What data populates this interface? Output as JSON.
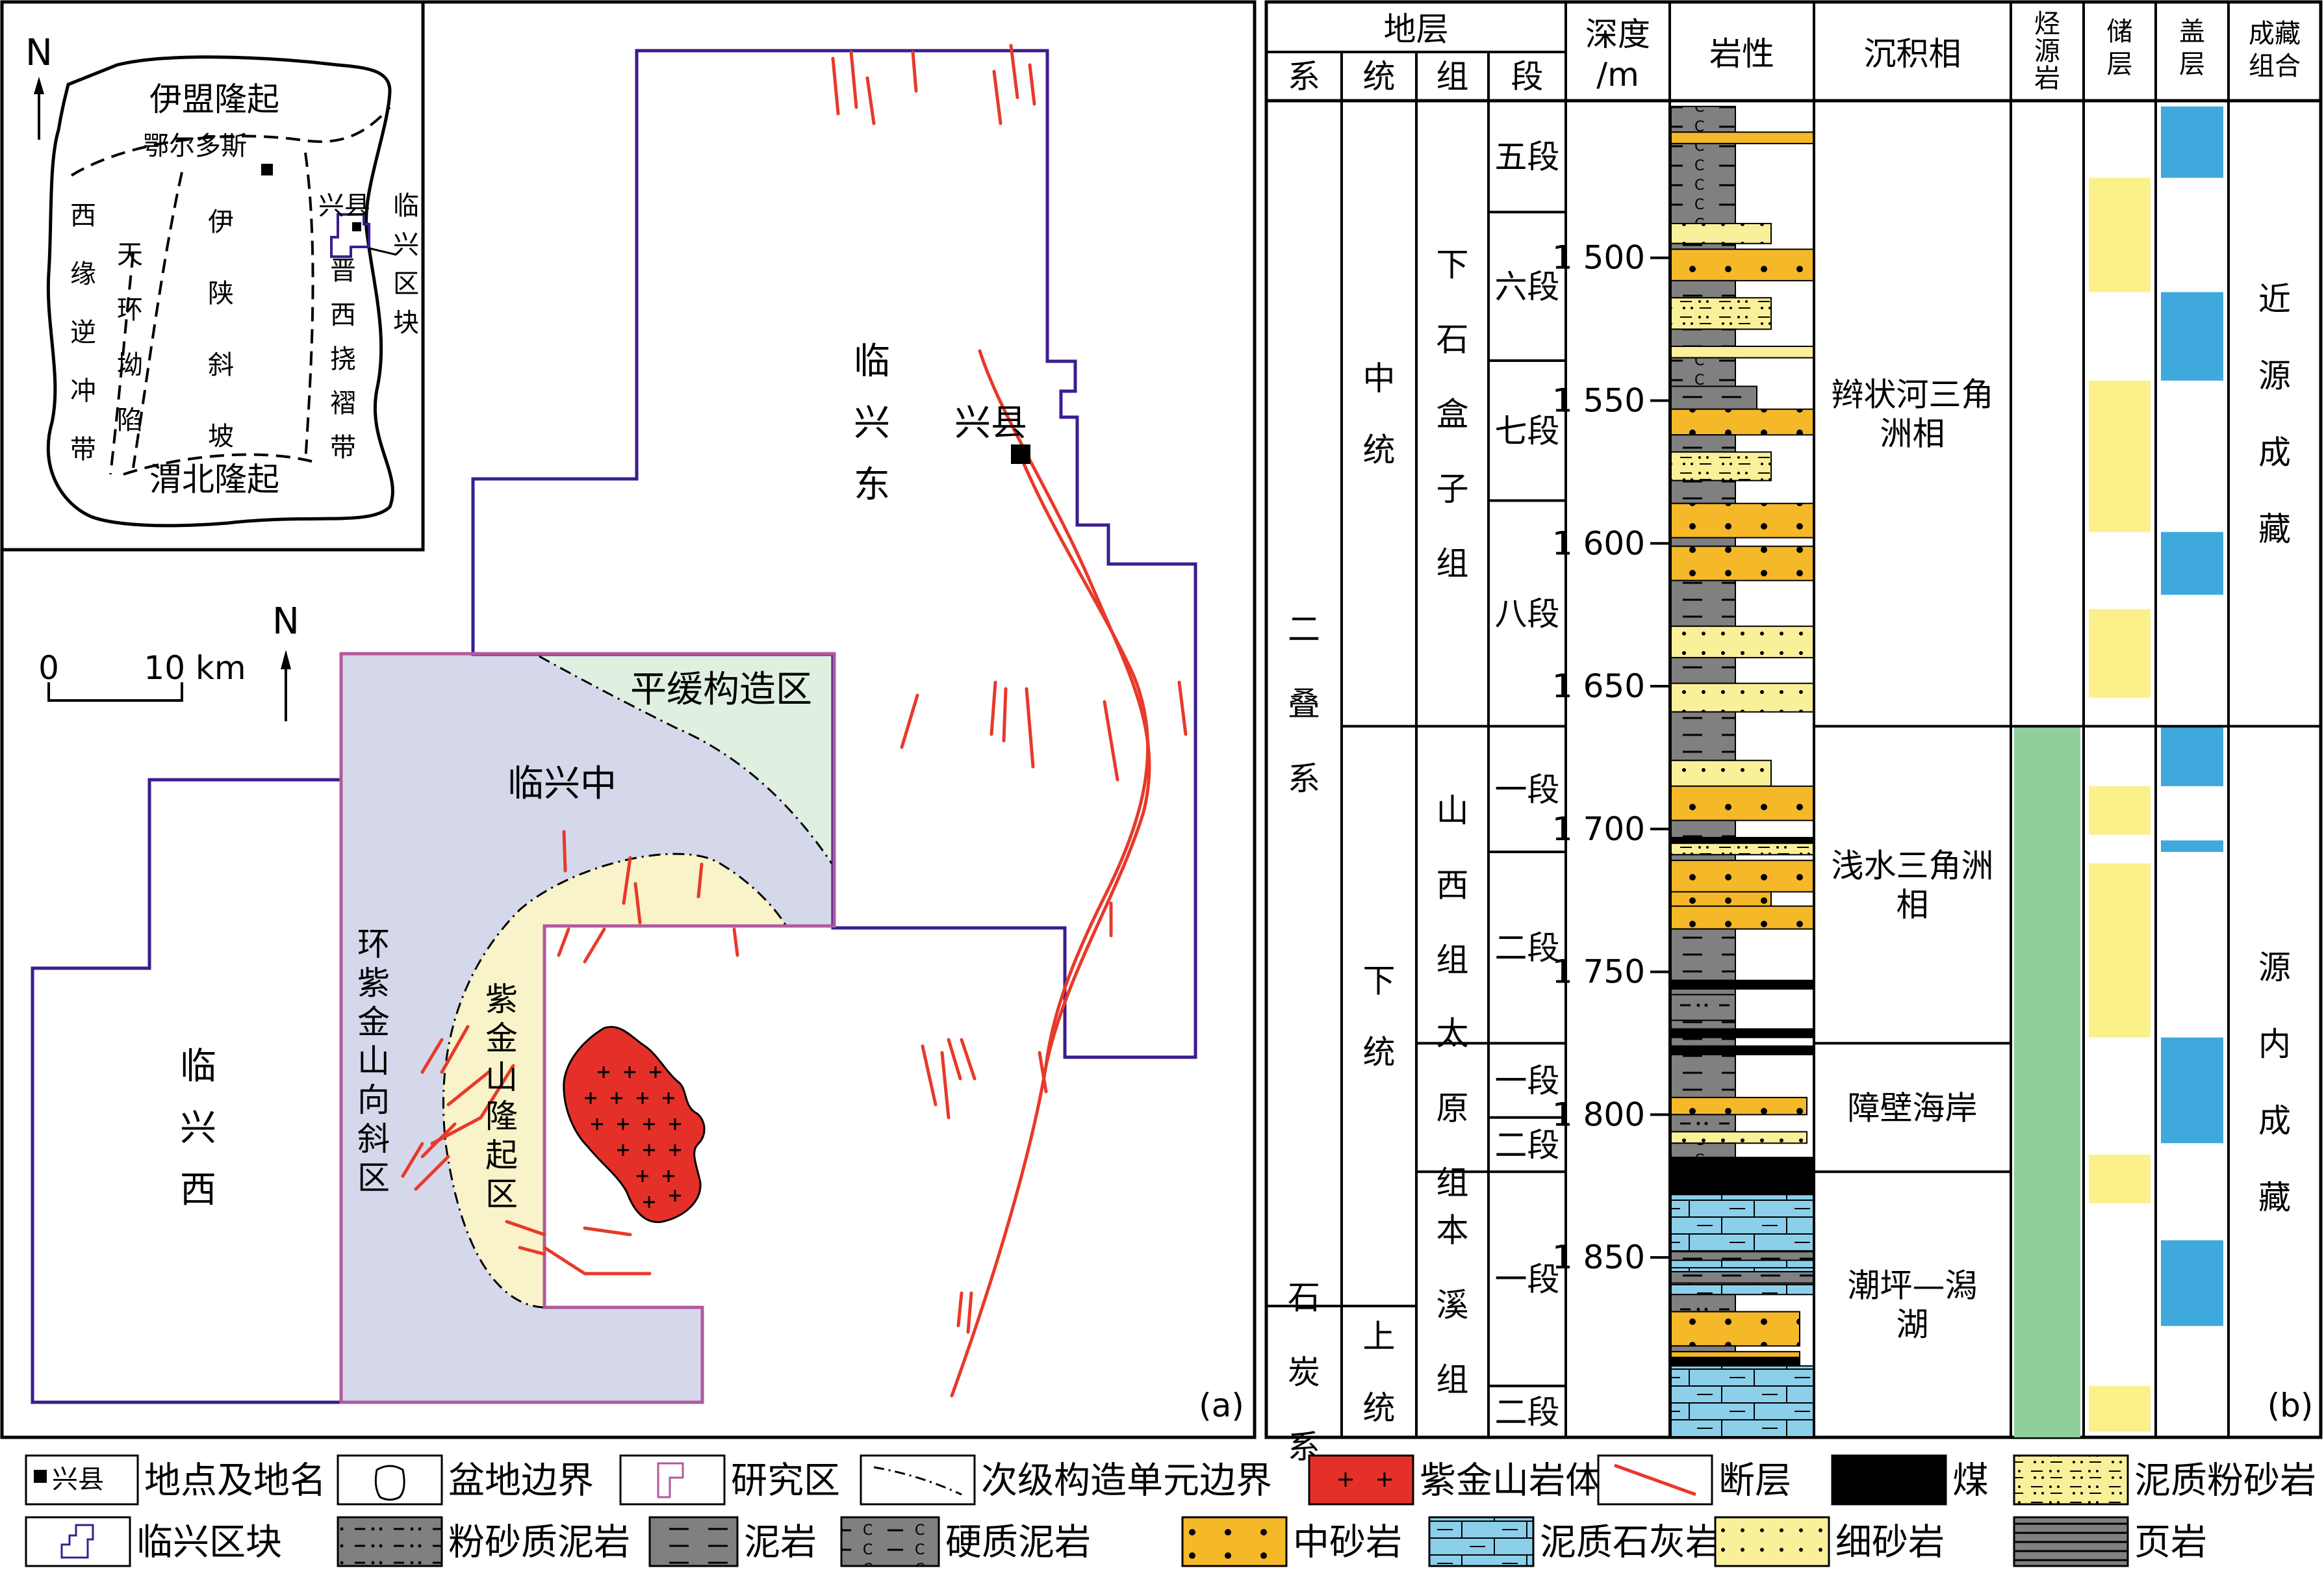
{
  "map": {
    "panel_label": "(a)",
    "inset": {
      "north": "N",
      "regions": [
        {
          "label": "伊盟隆起"
        },
        {
          "label": "鄂尔多斯"
        },
        {
          "label": "西缘逆冲带"
        },
        {
          "label": "天环坳陷"
        },
        {
          "label": "伊陕斜坡"
        },
        {
          "label": "晋西挠褶带"
        },
        {
          "label": "渭北隆起"
        },
        {
          "label": "兴县"
        },
        {
          "label": "临兴区块"
        }
      ]
    },
    "north": "N",
    "scale_zero": "0",
    "scale_text": "10 km",
    "areas": {
      "east": "临兴东",
      "west": "临兴西",
      "middle": "临兴中",
      "flat": "平缓构造区",
      "syncline": "环紫金山向斜区",
      "uplift": "紫金山隆起区",
      "town": "兴县"
    }
  },
  "column": {
    "panel_label": "(b)",
    "headers": {
      "strata": "地层",
      "system": "系",
      "series": "统",
      "formation": "组",
      "member": "段",
      "depth": "深度/m",
      "lithology": "岩性",
      "facies": "沉积相",
      "source": "烃源岩",
      "reservoir": "储层",
      "cap": "盖层",
      "assemblage": "成藏组合"
    },
    "systems": [
      {
        "name": "二叠系",
        "top": 1445,
        "bottom": 1867
      },
      {
        "name": "石炭系",
        "top": 1867,
        "bottom": 1913
      }
    ],
    "series": [
      {
        "name": "中统",
        "top": 1445,
        "bottom": 1664
      },
      {
        "name": "下统",
        "top": 1664,
        "bottom": 1867
      },
      {
        "name": "上统",
        "top": 1867,
        "bottom": 1913
      }
    ],
    "formations": [
      {
        "name": "下石盒子组",
        "top": 1445,
        "bottom": 1664
      },
      {
        "name": "山西组",
        "top": 1664,
        "bottom": 1775
      },
      {
        "name": "太原组",
        "top": 1775,
        "bottom": 1820
      },
      {
        "name": "本溪组",
        "top": 1820,
        "bottom": 1913
      }
    ],
    "members": [
      {
        "name": "五段",
        "top": 1445,
        "bottom": 1484
      },
      {
        "name": "六段",
        "top": 1484,
        "bottom": 1536
      },
      {
        "name": "七段",
        "top": 1536,
        "bottom": 1585
      },
      {
        "name": "八段",
        "top": 1585,
        "bottom": 1664
      },
      {
        "name": "一段",
        "top": 1664,
        "bottom": 1708
      },
      {
        "name": "二段",
        "top": 1708,
        "bottom": 1775
      },
      {
        "name": "一段",
        "top": 1775,
        "bottom": 1801
      },
      {
        "name": "二段",
        "top": 1801,
        "bottom": 1820
      },
      {
        "name": "一段",
        "top": 1820,
        "bottom": 1895
      },
      {
        "name": "二段",
        "top": 1895,
        "bottom": 1913
      }
    ],
    "depth_ticks": [
      {
        "depth": 1500,
        "label": "1 500"
      },
      {
        "depth": 1550,
        "label": "1 550"
      },
      {
        "depth": 1600,
        "label": "1 600"
      },
      {
        "depth": 1650,
        "label": "1 650"
      },
      {
        "depth": 1700,
        "label": "1 700"
      },
      {
        "depth": 1750,
        "label": "1 750"
      },
      {
        "depth": 1800,
        "label": "1 800"
      },
      {
        "depth": 1850,
        "label": "1 850"
      }
    ],
    "depth_range": [
      1445,
      1913
    ],
    "facies": [
      {
        "name": "辫状河三角洲相",
        "top": 1445,
        "bottom": 1664
      },
      {
        "name": "浅水三角洲相",
        "top": 1664,
        "bottom": 1775
      },
      {
        "name": "障壁海岸",
        "top": 1775,
        "bottom": 1820
      },
      {
        "name": "潮坪—潟湖",
        "top": 1820,
        "bottom": 1913
      }
    ],
    "source_rock": [
      {
        "top": 1664,
        "bottom": 1913
      }
    ],
    "reservoir_intervals": [
      {
        "top": 1472,
        "bottom": 1512
      },
      {
        "top": 1543,
        "bottom": 1596
      },
      {
        "top": 1623,
        "bottom": 1654
      },
      {
        "top": 1685,
        "bottom": 1702
      },
      {
        "top": 1712,
        "bottom": 1773
      },
      {
        "top": 1814,
        "bottom": 1831
      },
      {
        "top": 1895,
        "bottom": 1911
      }
    ],
    "cap_intervals": [
      {
        "top": 1447,
        "bottom": 1472
      },
      {
        "top": 1512,
        "bottom": 1543
      },
      {
        "top": 1596,
        "bottom": 1618
      },
      {
        "top": 1664,
        "bottom": 1685
      },
      {
        "top": 1704,
        "bottom": 1708
      },
      {
        "top": 1773,
        "bottom": 1810
      },
      {
        "top": 1844,
        "bottom": 1874
      }
    ],
    "assemblages": [
      {
        "name": "近源成藏",
        "top": 1445,
        "bottom": 1664
      },
      {
        "name": "源内成藏",
        "top": 1664,
        "bottom": 1913
      }
    ],
    "lithology_beds": [
      {
        "top": 1447,
        "bottom": 1456,
        "lith": "hard_mudstone",
        "relief": 0.45
      },
      {
        "top": 1456,
        "bottom": 1460,
        "lith": "medium_sandstone",
        "relief": 1.0
      },
      {
        "top": 1460,
        "bottom": 1488,
        "lith": "hard_mudstone",
        "relief": 0.45
      },
      {
        "top": 1488,
        "bottom": 1495,
        "lith": "fine_sandstone",
        "relief": 0.7
      },
      {
        "top": 1495,
        "bottom": 1497,
        "lith": "mudstone",
        "relief": 0.45
      },
      {
        "top": 1497,
        "bottom": 1508,
        "lith": "medium_sandstone",
        "relief": 1.0
      },
      {
        "top": 1508,
        "bottom": 1514,
        "lith": "mudstone",
        "relief": 0.45
      },
      {
        "top": 1514,
        "bottom": 1525,
        "lith": "silty_mudstone_sand",
        "relief": 0.7
      },
      {
        "top": 1525,
        "bottom": 1531,
        "lith": "mudstone",
        "relief": 0.45
      },
      {
        "top": 1531,
        "bottom": 1535,
        "lith": "fine_sandstone",
        "relief": 1.0
      },
      {
        "top": 1535,
        "bottom": 1545,
        "lith": "hard_mudstone",
        "relief": 0.45
      },
      {
        "top": 1545,
        "bottom": 1553,
        "lith": "mudstone",
        "relief": 0.6
      },
      {
        "top": 1553,
        "bottom": 1562,
        "lith": "medium_sandstone",
        "relief": 1.0
      },
      {
        "top": 1562,
        "bottom": 1568,
        "lith": "mudstone",
        "relief": 0.45
      },
      {
        "top": 1568,
        "bottom": 1578,
        "lith": "silty_mudstone_sand",
        "relief": 0.7
      },
      {
        "top": 1578,
        "bottom": 1586,
        "lith": "mudstone",
        "relief": 0.45
      },
      {
        "top": 1586,
        "bottom": 1598,
        "lith": "medium_sandstone",
        "relief": 1.0
      },
      {
        "top": 1598,
        "bottom": 1601,
        "lith": "mudstone",
        "relief": 0.45
      },
      {
        "top": 1601,
        "bottom": 1613,
        "lith": "medium_sandstone",
        "relief": 1.0
      },
      {
        "top": 1613,
        "bottom": 1629,
        "lith": "mudstone",
        "relief": 0.45
      },
      {
        "top": 1629,
        "bottom": 1640,
        "lith": "fine_sandstone",
        "relief": 1.0
      },
      {
        "top": 1640,
        "bottom": 1649,
        "lith": "mudstone",
        "relief": 0.45
      },
      {
        "top": 1649,
        "bottom": 1659,
        "lith": "fine_sandstone",
        "relief": 1.0
      },
      {
        "top": 1659,
        "bottom": 1676,
        "lith": "mudstone",
        "relief": 0.45
      },
      {
        "top": 1676,
        "bottom": 1685,
        "lith": "fine_sandstone",
        "relief": 0.7
      },
      {
        "top": 1685,
        "bottom": 1697,
        "lith": "medium_sandstone",
        "relief": 1.0
      },
      {
        "top": 1697,
        "bottom": 1703,
        "lith": "mudstone",
        "relief": 0.45
      },
      {
        "top": 1703,
        "bottom": 1705,
        "lith": "coal",
        "relief": 1.0
      },
      {
        "top": 1705,
        "bottom": 1709,
        "lith": "silty_mudstone_sand",
        "relief": 1.0
      },
      {
        "top": 1709,
        "bottom": 1711,
        "lith": "mudstone",
        "relief": 0.45
      },
      {
        "top": 1711,
        "bottom": 1722,
        "lith": "medium_sandstone",
        "relief": 1.0
      },
      {
        "top": 1722,
        "bottom": 1727,
        "lith": "medium_sandstone",
        "relief": 0.7
      },
      {
        "top": 1727,
        "bottom": 1735,
        "lith": "medium_sandstone",
        "relief": 1.0
      },
      {
        "top": 1735,
        "bottom": 1753,
        "lith": "mudstone",
        "relief": 0.45
      },
      {
        "top": 1753,
        "bottom": 1756,
        "lith": "coal",
        "relief": 1.0
      },
      {
        "top": 1756,
        "bottom": 1758,
        "lith": "mudstone",
        "relief": 0.45
      },
      {
        "top": 1758,
        "bottom": 1767,
        "lith": "silty_mudstone",
        "relief": 0.45
      },
      {
        "top": 1767,
        "bottom": 1770,
        "lith": "mudstone",
        "relief": 0.45
      },
      {
        "top": 1770,
        "bottom": 1773,
        "lith": "coal",
        "relief": 1.0
      },
      {
        "top": 1773,
        "bottom": 1776,
        "lith": "mudstone",
        "relief": 0.45
      },
      {
        "top": 1776,
        "bottom": 1779,
        "lith": "coal",
        "relief": 1.0
      },
      {
        "top": 1779,
        "bottom": 1794,
        "lith": "mudstone",
        "relief": 0.45
      },
      {
        "top": 1794,
        "bottom": 1800,
        "lith": "medium_sandstone",
        "relief": 0.95
      },
      {
        "top": 1800,
        "bottom": 1806,
        "lith": "silty_mudstone",
        "relief": 0.45
      },
      {
        "top": 1806,
        "bottom": 1810,
        "lith": "fine_sandstone",
        "relief": 0.95
      },
      {
        "top": 1810,
        "bottom": 1815,
        "lith": "hard_mudstone",
        "relief": 0.45
      },
      {
        "top": 1815,
        "bottom": 1828,
        "lith": "coal",
        "relief": 1.0
      },
      {
        "top": 1828,
        "bottom": 1848,
        "lith": "marly_limestone",
        "relief": 1.0
      },
      {
        "top": 1848,
        "bottom": 1851,
        "lith": "mudstone",
        "relief": 1.0
      },
      {
        "top": 1851,
        "bottom": 1855,
        "lith": "marly_limestone",
        "relief": 1.0
      },
      {
        "top": 1855,
        "bottom": 1859,
        "lith": "mudstone",
        "relief": 1.0
      },
      {
        "top": 1859,
        "bottom": 1863,
        "lith": "marly_limestone",
        "relief": 1.0
      },
      {
        "top": 1863,
        "bottom": 1869,
        "lith": "silty_mudstone",
        "relief": 0.45
      },
      {
        "top": 1869,
        "bottom": 1881,
        "lith": "medium_sandstone",
        "relief": 0.9
      },
      {
        "top": 1881,
        "bottom": 1883,
        "lith": "mudstone",
        "relief": 0.45
      },
      {
        "top": 1883,
        "bottom": 1885,
        "lith": "medium_sandstone",
        "relief": 0.9
      },
      {
        "top": 1885,
        "bottom": 1888,
        "lith": "coal",
        "relief": 0.9
      },
      {
        "top": 1888,
        "bottom": 1913,
        "lith": "marly_limestone",
        "relief": 1.0
      }
    ]
  },
  "legend": [
    {
      "key": "town",
      "label": "地点及地名",
      "sample": "兴县"
    },
    {
      "key": "basin",
      "label": "盆地边界"
    },
    {
      "key": "study",
      "label": "研究区"
    },
    {
      "key": "subunit",
      "label": "次级构造单元边界"
    },
    {
      "key": "pluton",
      "label": "紫金山岩体"
    },
    {
      "key": "fault",
      "label": "断层"
    },
    {
      "key": "coal",
      "label": "煤"
    },
    {
      "key": "silty_mudstone_sand",
      "label": "泥质粉砂岩"
    },
    {
      "key": "block",
      "label": "临兴区块"
    },
    {
      "key": "silty_mudstone",
      "label": "粉砂质泥岩"
    },
    {
      "key": "mudstone",
      "label": "泥岩"
    },
    {
      "key": "hard_mudstone",
      "label": "硬质泥岩"
    },
    {
      "key": "medium_sandstone",
      "label": "中砂岩"
    },
    {
      "key": "marly_limestone",
      "label": "泥质石灰岩"
    },
    {
      "key": "fine_sandstone",
      "label": "细砂岩"
    },
    {
      "key": "shale",
      "label": "页岩"
    }
  ],
  "colors": {
    "block_outline": "#3b1d8f",
    "fault": "#e8392a",
    "study_outline": "#b05a9e",
    "syncline_fill": "#d5d8ea",
    "uplift_fill": "#f8f3c8",
    "flat_fill": "#dff0e0",
    "pluton": "#e5302a",
    "medium_sandstone": "#f5b828",
    "fine_sandstone": "#fbf09a",
    "limestone": "#8ccfea",
    "mudstone": "#808080",
    "source_rock": "#8fcf9b",
    "reservoir": "#fbf08a",
    "cap": "#3fa8dc"
  }
}
